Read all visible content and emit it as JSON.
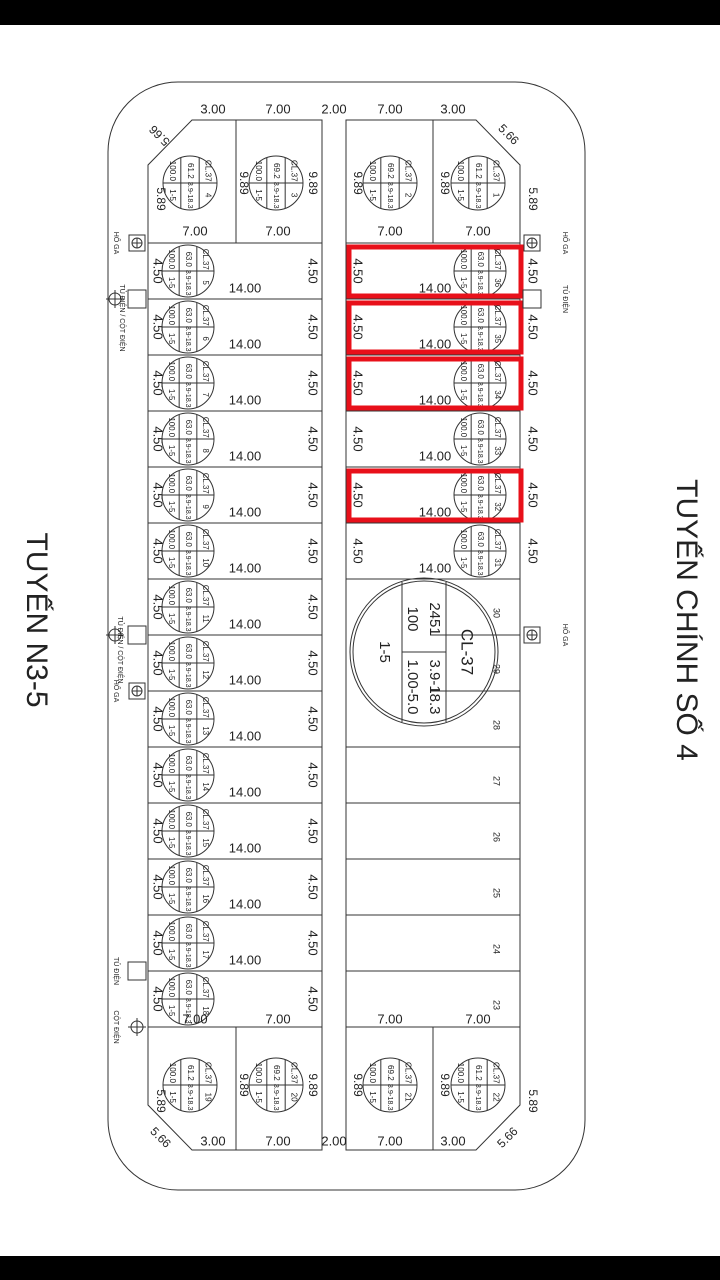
{
  "titles": {
    "main_road": "TUYẾN CHÍNH SỐ 4",
    "side_road": "TUYẾN N3-5"
  },
  "colors": {
    "highlight": "#e8101a",
    "line": "#333333"
  },
  "dims": {
    "top": [
      "3.00",
      "7.00",
      "2.00",
      "7.00",
      "3.00"
    ],
    "bottom": [
      "3.00",
      "7.00",
      "2.00",
      "7.00",
      "3.00"
    ],
    "chamfer": "5.66",
    "corner_side": "5.89",
    "corner_depth": "9.89",
    "corner_width": "7.00",
    "lot_width": "4.50",
    "lot_depth": "14.00"
  },
  "utilities": {
    "manhole": "HỐ GA",
    "cabinet_pole": "TỦ ĐIỆN / CỘT ĐIỆN",
    "cabinet": "TỦ ĐIỆN",
    "pole": "CỘT ĐIỆN"
  },
  "lots_left": [
    {
      "no": "5",
      "type": "CL.37",
      "area": "63.0",
      "height": "3.9-18.3",
      "density": "100.0",
      "floors": "1-5"
    },
    {
      "no": "6",
      "type": "CL.37",
      "area": "63.0",
      "height": "3.9-18.3",
      "density": "100.0",
      "floors": "1-5"
    },
    {
      "no": "7",
      "type": "CL.37",
      "area": "63.0",
      "height": "3.9-18.3",
      "density": "100.0",
      "floors": "1-5"
    },
    {
      "no": "8",
      "type": "CL.37",
      "area": "63.0",
      "height": "3.9-18.3",
      "density": "100.0",
      "floors": "1-5"
    },
    {
      "no": "9",
      "type": "CL.37",
      "area": "63.0",
      "height": "3.9-18.3",
      "density": "100.0",
      "floors": "1-5"
    },
    {
      "no": "10",
      "type": "CL.37",
      "area": "63.0",
      "height": "3.9-18.3",
      "density": "100.0",
      "floors": "1-5"
    },
    {
      "no": "11",
      "type": "CL.37",
      "area": "63.0",
      "height": "3.9-18.3",
      "density": "100.0",
      "floors": "1-5"
    },
    {
      "no": "12",
      "type": "CL.37",
      "area": "63.0",
      "height": "3.9-18.3",
      "density": "100.0",
      "floors": "1-5"
    },
    {
      "no": "13",
      "type": "CL.37",
      "area": "63.0",
      "height": "3.9-18.3",
      "density": "100.0",
      "floors": "1-5"
    },
    {
      "no": "14",
      "type": "CL.37",
      "area": "63.0",
      "height": "3.9-18.3",
      "density": "100.0",
      "floors": "1-5"
    },
    {
      "no": "15",
      "type": "CL.37",
      "area": "63.0",
      "height": "3.9-18.3",
      "density": "100.0",
      "floors": "1-5"
    },
    {
      "no": "16",
      "type": "CL.37",
      "area": "63.0",
      "height": "3.9-18.3",
      "density": "100.0",
      "floors": "1-5"
    },
    {
      "no": "17",
      "type": "CL.37",
      "area": "63.0",
      "height": "3.9-18.3",
      "density": "100.0",
      "floors": "1-5"
    },
    {
      "no": "18",
      "type": "CL.37",
      "area": "63.0",
      "height": "3.9-18.3",
      "density": "100.0",
      "floors": "1-5"
    }
  ],
  "lots_right": [
    {
      "no": "36",
      "type": "CL.37",
      "area": "63.0",
      "height": "3.9-18.3",
      "density": "100.0",
      "floors": "1-5",
      "highlighted": true
    },
    {
      "no": "35",
      "type": "CL.37",
      "area": "63.0",
      "height": "3.9-18.3",
      "density": "100.0",
      "floors": "1-5",
      "highlighted": true
    },
    {
      "no": "34",
      "type": "CL.37",
      "area": "63.0",
      "height": "3.9-18.3",
      "density": "100.0",
      "floors": "1-5",
      "highlighted": true
    },
    {
      "no": "33",
      "type": "CL.37",
      "area": "63.0",
      "height": "3.9-18.3",
      "density": "100.0",
      "floors": "1-5",
      "highlighted": false
    },
    {
      "no": "32",
      "type": "CL.37",
      "area": "63.0",
      "height": "3.9-18.3",
      "density": "100.0",
      "floors": "1-5",
      "highlighted": true
    },
    {
      "no": "31",
      "type": "CL.37",
      "area": "63.0",
      "height": "3.9-18.3",
      "density": "100.0",
      "floors": "1-5",
      "highlighted": false
    }
  ],
  "strip_lots": [
    "30",
    "29",
    "28",
    "27",
    "26",
    "25",
    "24",
    "23"
  ],
  "corner_lots": [
    {
      "no": "4",
      "type": "CL.37",
      "area": "61.2",
      "height": "3.9-18.3",
      "density": "100.0",
      "floors": "1-5"
    },
    {
      "no": "3",
      "type": "CL.37",
      "area": "69.2",
      "height": "3.9-18.3",
      "density": "100.0",
      "floors": "1-5"
    },
    {
      "no": "2",
      "type": "CL.37",
      "area": "69.2",
      "height": "3.9-18.3",
      "density": "100.0",
      "floors": "1-5"
    },
    {
      "no": "1",
      "type": "CL.37",
      "area": "61.2",
      "height": "3.9-18.3",
      "density": "100.0",
      "floors": "1-5"
    },
    {
      "no": "19",
      "type": "CL.37",
      "area": "61.2",
      "height": "3.9-18.3",
      "density": "100.0",
      "floors": "1-5"
    },
    {
      "no": "20",
      "type": "CL.37",
      "area": "69.2",
      "height": "3.9-18.3",
      "density": "100.0",
      "floors": "1-5"
    },
    {
      "no": "21",
      "type": "CL.37",
      "area": "69.2",
      "height": "3.9-18.3",
      "density": "100.0",
      "floors": "1-5"
    },
    {
      "no": "22",
      "type": "CL.37",
      "area": "61.2",
      "height": "3.9-18.3",
      "density": "100.0",
      "floors": "1-5"
    }
  ],
  "block_summary": {
    "type": "CL-37",
    "area": "2451",
    "height": "3.9-18.3",
    "density": "100",
    "far": "1.00-5.0",
    "floors": "1-5"
  }
}
